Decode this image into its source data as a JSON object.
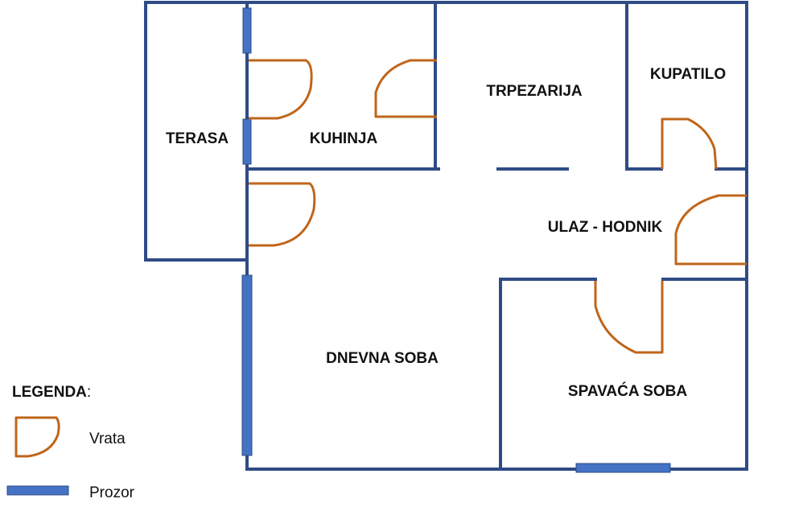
{
  "rooms": {
    "terasa": "TERASA",
    "kuhinja": "KUHINJA",
    "trpezarija": "TRPEZARIJA",
    "kupatilo": "KUPATILO",
    "hodnik": "ULAZ - HODNIK",
    "dnevna": "DNEVNA SOBA",
    "spavaca": "SPAVAĆA SOBA"
  },
  "legend": {
    "title": "LEGENDA",
    "colon": ":",
    "door": "Vrata",
    "window": "Prozor"
  },
  "colors": {
    "wall": "#2f4b86",
    "door": "#c0651a",
    "window": "#4472c4"
  }
}
